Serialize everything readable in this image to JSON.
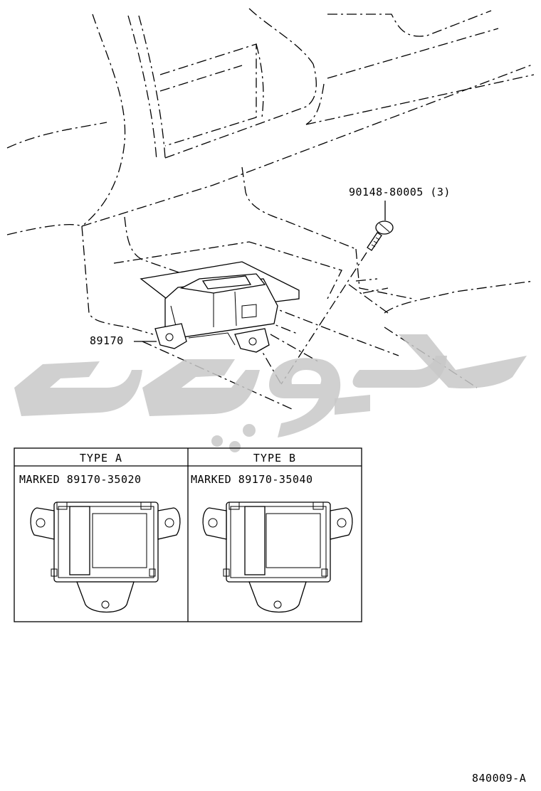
{
  "callouts": {
    "bolt": "90148-80005 (3)",
    "sensor": "89170"
  },
  "table": {
    "type_a": {
      "header": "TYPE A",
      "marked": "MARKED 89170-35020"
    },
    "type_b": {
      "header": "TYPE B",
      "marked": "MARKED 89170-35040"
    }
  },
  "drawing_number": "840009-A"
}
